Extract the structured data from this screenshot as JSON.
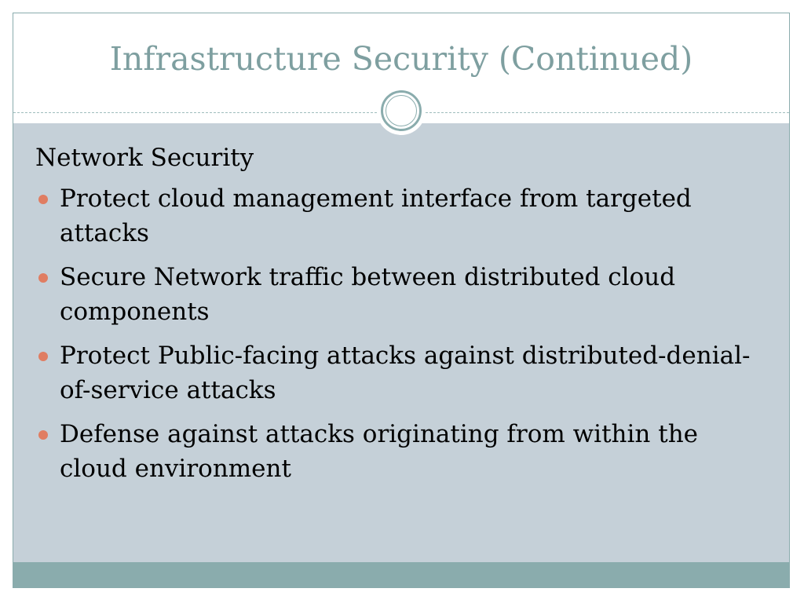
{
  "slide": {
    "title": "Infrastructure Security (Continued)",
    "subheading": "Network Security",
    "bullets": [
      "Protect cloud management interface from targeted attacks",
      "Secure Network traffic between distributed cloud components",
      "Protect Public-facing attacks against distributed-denial-of-service attacks",
      "Defense against attacks originating from within the cloud environment"
    ]
  },
  "colors": {
    "title": "#7e9fa0",
    "content_background": "#c5d0d8",
    "bottom_bar": "#8aacad",
    "bullet": "#e07d62",
    "text": "#000000"
  },
  "icons": {
    "bullet": "circle-bullet-icon",
    "ornament": "double-ring-ornament-icon"
  }
}
